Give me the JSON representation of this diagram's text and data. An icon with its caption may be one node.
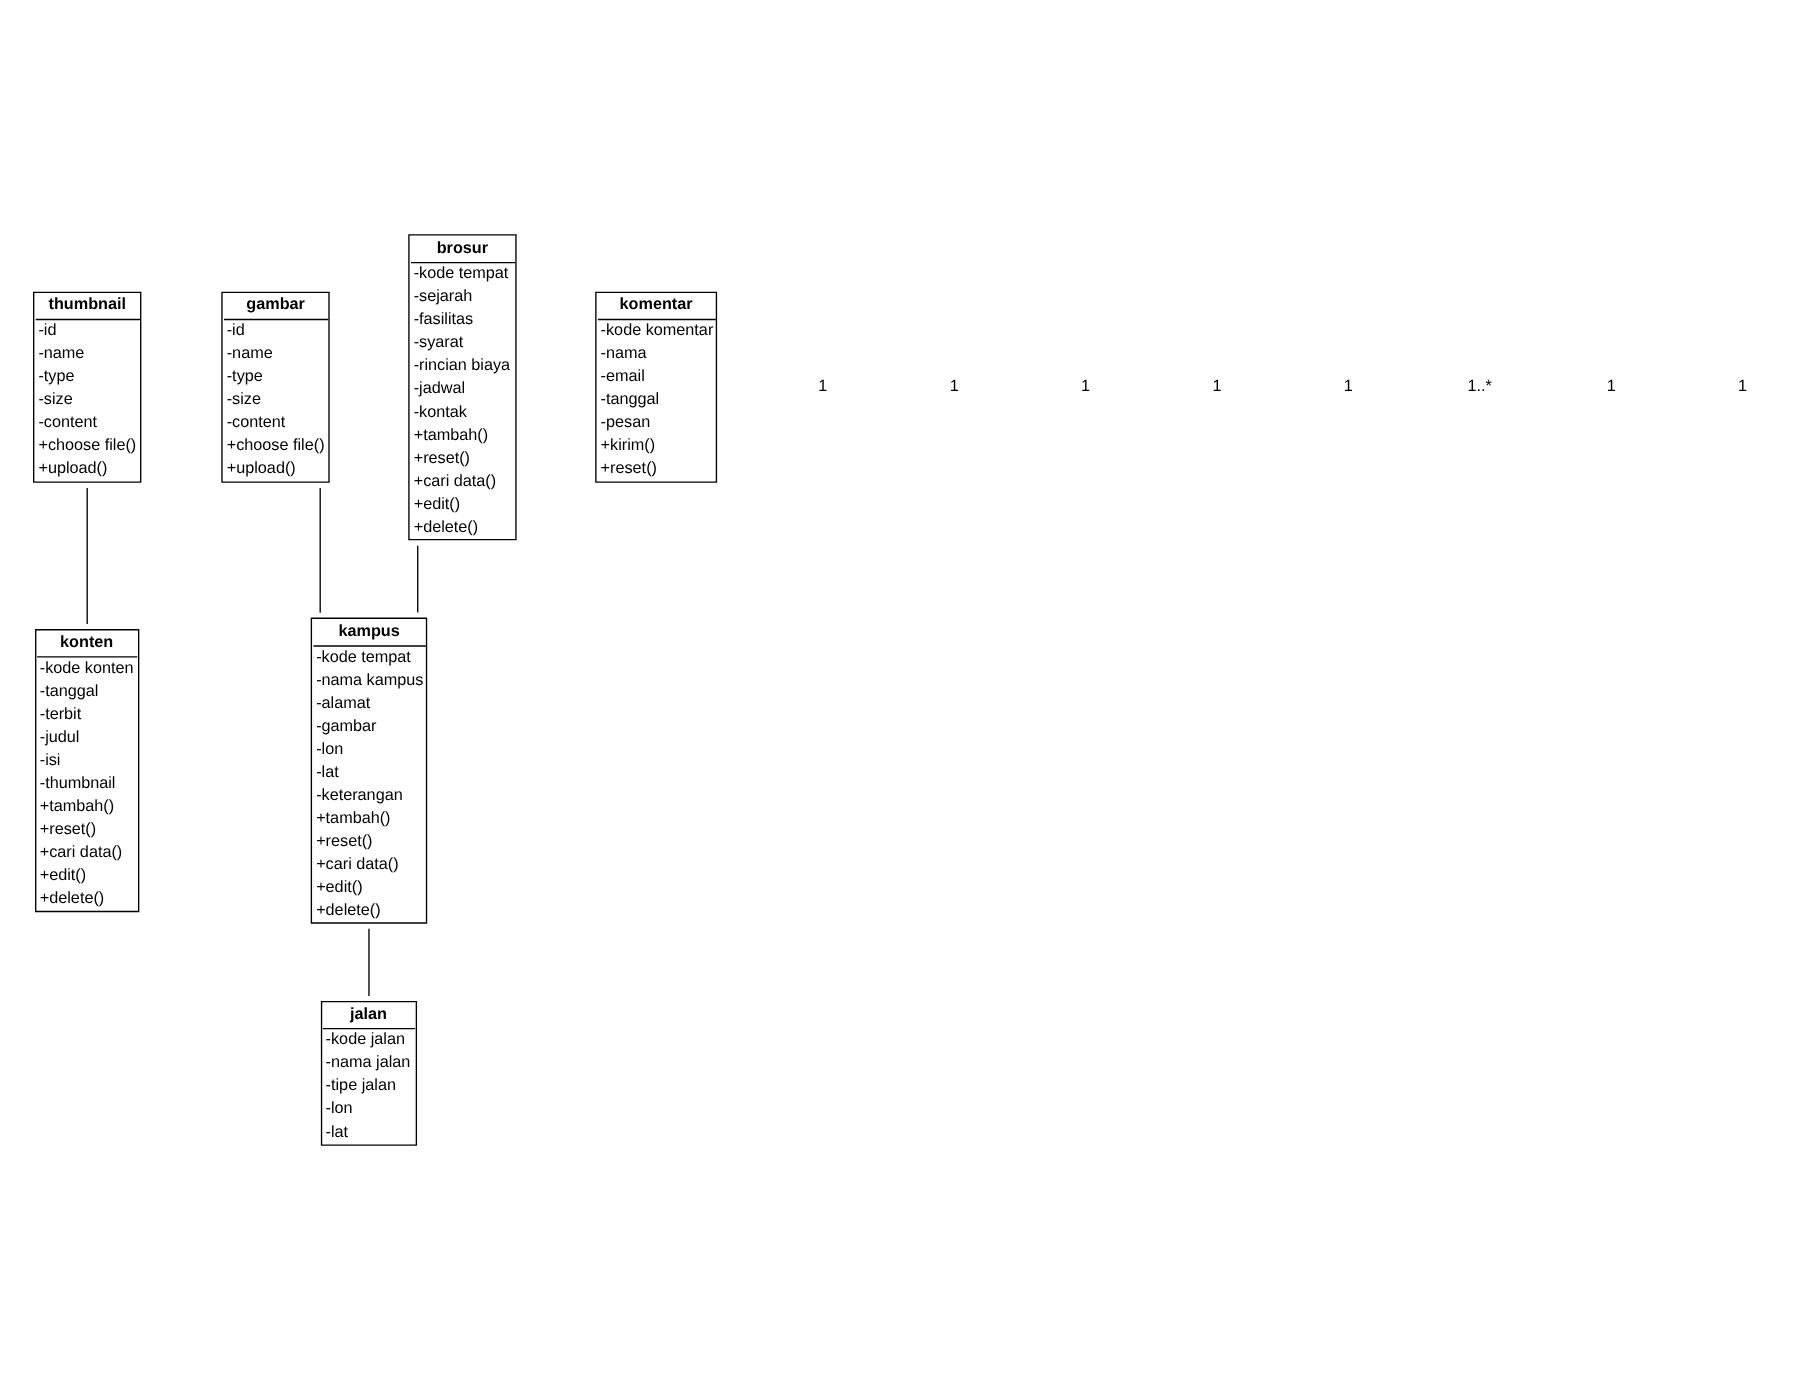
{
  "diagram": {
    "nodes": [
      {
        "text": [
          "thumbnail",
          "-id",
          "-name",
          "-type",
          "-size",
          "-content",
          "+choose file()",
          "+upload()"
        ]
      },
      {
        "text": [
          "gambar",
          "-id",
          "-name",
          "-type",
          "-size",
          "-content",
          "+choose file()",
          "+upload()"
        ]
      },
      {
        "text": [
          "komentar",
          "-kode komentar",
          "-nama",
          "-email",
          "-tanggal",
          "-pesan",
          "+kirim()",
          "+reset()"
        ]
      },
      {
        "text": [
          "brosur",
          "-kode tempat",
          "-sejarah",
          "-fasilitas",
          "-syarat",
          "-rincian biaya",
          "-jadwal",
          "-kontak",
          "+tambah()",
          "+reset()",
          "+cari data()",
          "+edit()",
          "+delete()"
        ]
      },
      {
        "text": [
          "konten",
          "-kode konten",
          "-tanggal",
          "-terbit",
          "-judul",
          "-isi",
          "-thumbnail",
          "+tambah()",
          "+reset()",
          "+cari data()",
          "+edit()",
          "+delete()"
        ]
      },
      {
        "text": [
          "kampus",
          "-kode tempat",
          "-nama kampus",
          "-alamat",
          "-gambar",
          "-lon",
          "-lat",
          "-keterangan",
          "+tambah()",
          "+reset()",
          "+cari data()",
          "+edit()",
          "+delete()"
        ]
      },
      {
        "text": [
          "jalan",
          "-kode jalan",
          "-nama jalan",
          "-tipe jalan",
          "-lon",
          "-lat"
        ]
      }
    ],
    "edges": [
      {
        "from": 0,
        "to": 4,
        "arrow": "none"
      },
      {
        "from": 1,
        "to": 5,
        "arrow": "none"
      },
      {
        "from": 5,
        "to": 3,
        "arrow": "none"
      },
      {
        "from": 5,
        "to": 6,
        "arrow": "none"
      }
    ],
    "labels": [
      "1",
      "1",
      "1",
      "1",
      "1",
      "1..*",
      "1",
      "1"
    ]
  }
}
